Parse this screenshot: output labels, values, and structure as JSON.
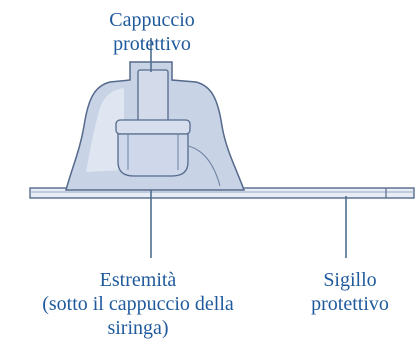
{
  "colors": {
    "label_text": "#1f5a9c",
    "leader_line": "#4f6f8f",
    "device_outline": "#556a8c",
    "device_fill": "#c9d3e6",
    "device_fill_light": "#e3e9f3",
    "seal": "#b4bfd3"
  },
  "labels": {
    "cap": {
      "line1": "Cappuccio",
      "line2": "protettivo"
    },
    "tip": {
      "line1": "Estremità",
      "line2": "(sotto il cappuccio della",
      "line3": "siringa)"
    },
    "seal": {
      "line1": "Sigillo",
      "line2": "protettivo"
    }
  }
}
